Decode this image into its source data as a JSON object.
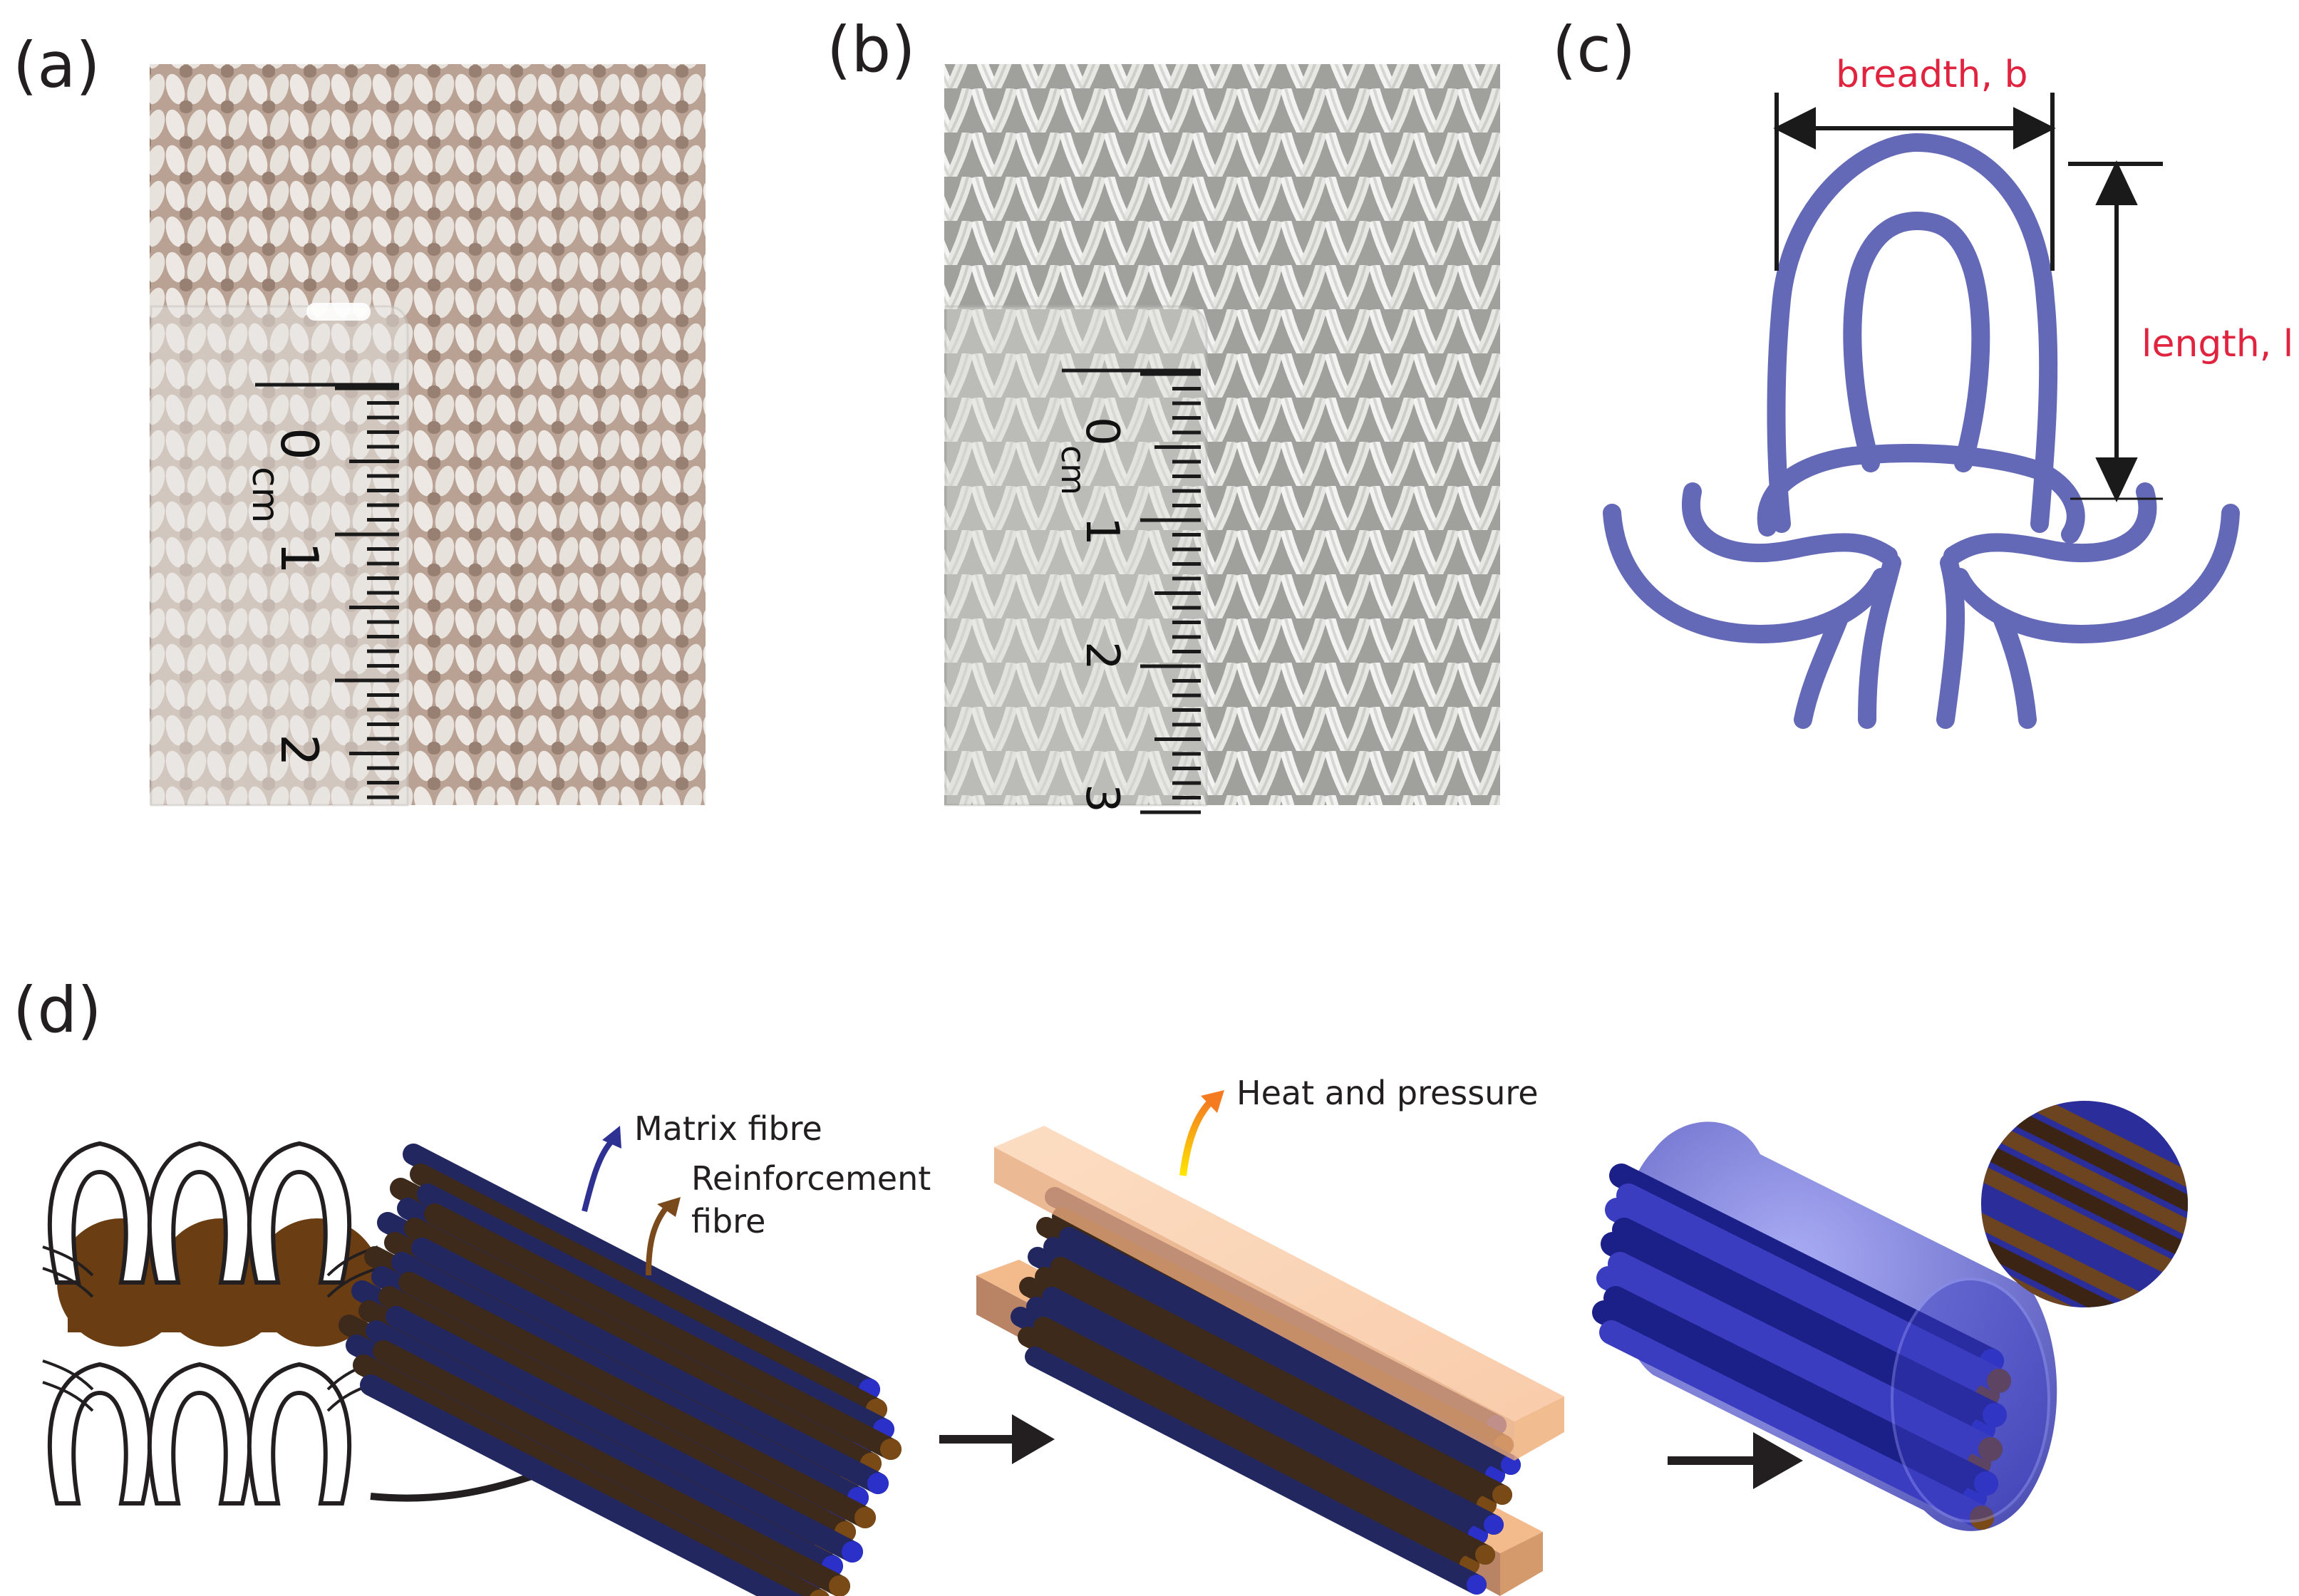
{
  "panels": {
    "a": {
      "label": "(a)"
    },
    "b": {
      "label": "(b)"
    },
    "c": {
      "label": "(c)"
    },
    "d": {
      "label": "(d)"
    }
  },
  "panel_a": {
    "ruler": {
      "unit": "cm",
      "n0": "0",
      "n1": "1",
      "n2": "2"
    }
  },
  "panel_b": {
    "ruler": {
      "unit": "cm",
      "n0": "0",
      "n1": "1",
      "n2": "2",
      "n3": "3"
    }
  },
  "panel_c": {
    "breadth_label": "breadth, b",
    "length_label": "length, l"
  },
  "panel_d": {
    "matrix_label": "Matrix fibre",
    "reinforcement_label_1": "Reinforcement",
    "reinforcement_label_2": "fibre",
    "heat_label": "Heat and pressure"
  },
  "colors": {
    "loop_blue": "#6469b7",
    "label_red": "#e0233e",
    "matrix_fibre": "#2b2f73",
    "reinforcement_fibre": "#5a3a1f",
    "plate": "#f4b483",
    "knit_fill": "#6b3d13"
  }
}
